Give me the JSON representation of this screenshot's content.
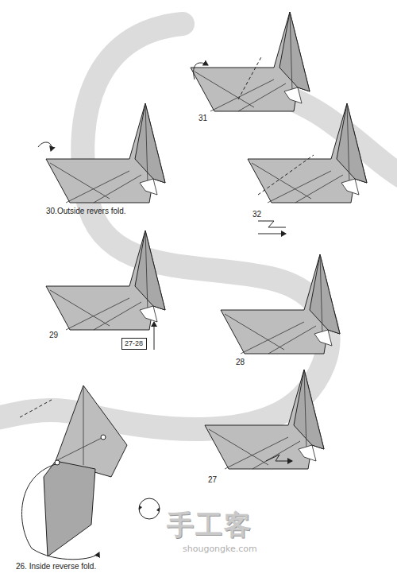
{
  "diagram": {
    "nodes": [
      {
        "text": [
          "27-28"
        ]
      }
    ],
    "labels": [
      "31",
      "30.Outside revers fold.",
      "32",
      "29",
      "28",
      "27",
      "26. Inside reverse fold.",
      "手工客",
      "shougongke.com"
    ]
  }
}
